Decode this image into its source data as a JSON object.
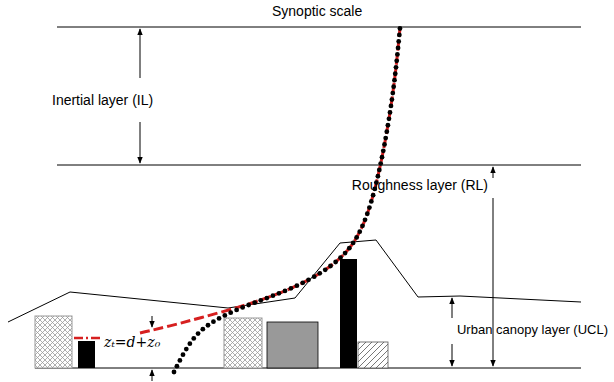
{
  "diagram": {
    "labels": [
      "Synoptic scale",
      "Inertial layer (IL)",
      "Roughness layer (RL)",
      "Urban canopy layer (UCL)",
      "zₜ=d+z₀"
    ]
  }
}
